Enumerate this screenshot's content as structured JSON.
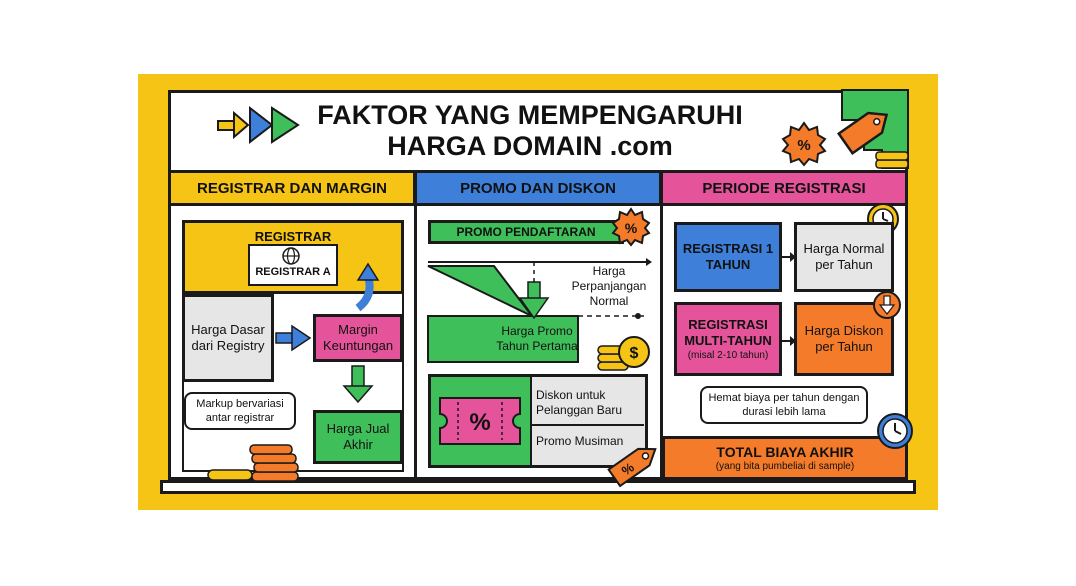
{
  "title": {
    "line1": "FAKTOR YANG MEMPENGARUHI",
    "line2": "HARGA DOMAIN .com"
  },
  "col1": {
    "header": "REGISTRAR DAN MARGIN",
    "registrar_box": "REGISTRAR",
    "registrar_a": "REGISTRAR A",
    "base_price": "Harga Dasar dari Registry",
    "margin": "Margin Keuntungan",
    "final_price": "Harga Jual Akhir",
    "markup_note": "Markup bervariasi antar registrar"
  },
  "col2": {
    "header": "PROMO DAN DISKON",
    "promo_bar": "PROMO PENDAFTARAN",
    "renewal_label": "Harga Perpanjangan Normal",
    "first_year_label": "Harga Promo Tahun Pertama",
    "discount_new": "Diskon untuk Pelanggan Baru",
    "seasonal": "Promo Musiman"
  },
  "col3": {
    "header": "PERIODE REGISTRASI",
    "one_year": "REGISTRASI 1 TAHUN",
    "normal_price": "Harga Normal per Tahun",
    "multi_year": "REGISTRASI MULTI-TAHUN",
    "multi_year_note": "(misal 2-10 tahun)",
    "discount_price": "Harga Diskon per Tahun",
    "save_note": "Hemat biaya per tahun dengan durasi lebih lama",
    "total": "TOTAL BIAYA AKHIR",
    "total_note": "(yang bita pumbeliai di sample)"
  },
  "colors": {
    "frame": "#f6c414",
    "col1_header": "#f6c414",
    "col2_header": "#3d7fd9",
    "col3_header": "#e5549b",
    "blue_box": "#3d7fd9",
    "magenta_box": "#e5549b",
    "green_box": "#3fbf5a",
    "orange_box": "#f47b2a",
    "gray_box": "#e6e6e6"
  },
  "icons": [
    "arrows-icon",
    "price-tag-icon",
    "percent-badge-icon",
    "globe-icon",
    "coin-stack-icon",
    "clock-icon",
    "percent-ticket-icon",
    "down-arrow-icon"
  ]
}
